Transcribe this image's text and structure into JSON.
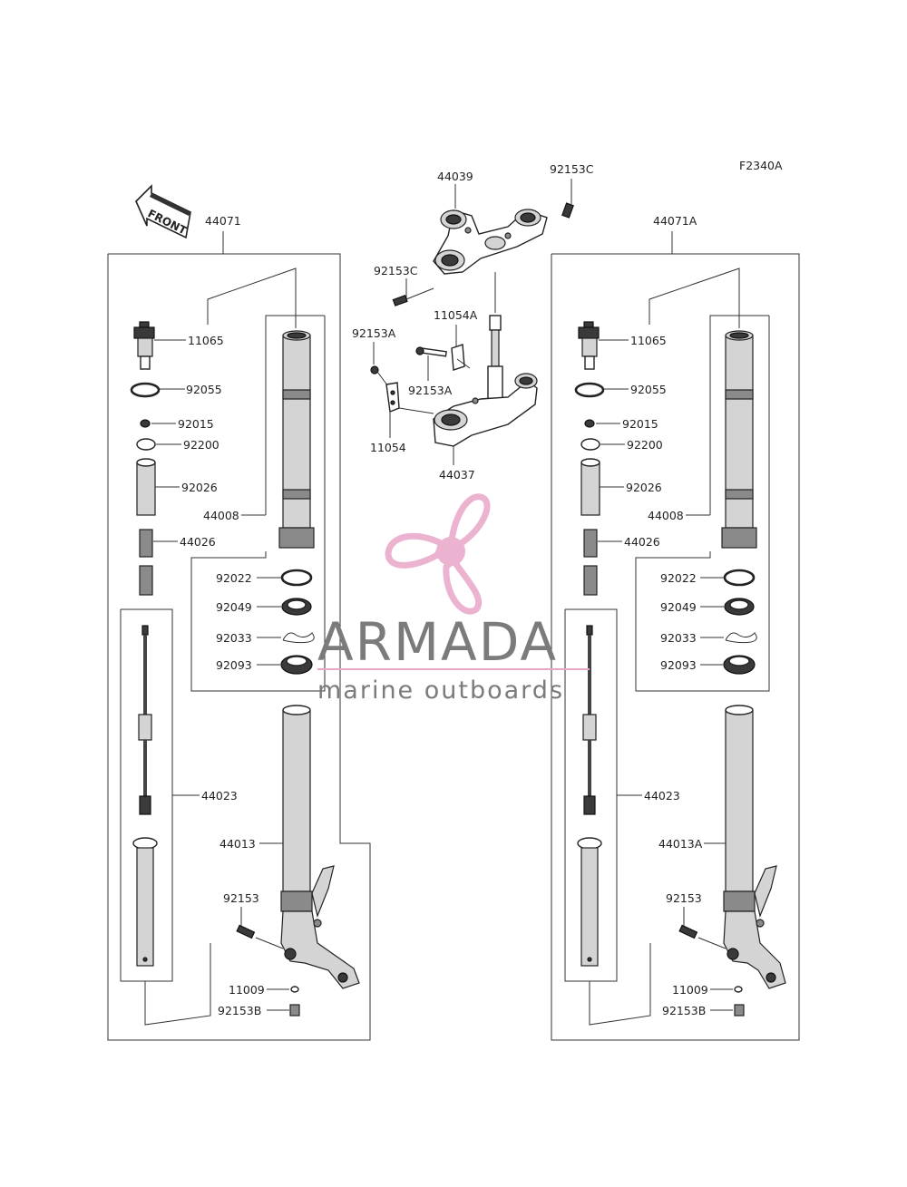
{
  "diagram_code": "F2340A",
  "front_label": "FRONT",
  "center": {
    "upper_bracket": "44039",
    "bolt_upper_right": "92153C",
    "bolt_upper_left": "92153C",
    "clamp_a": "11054A",
    "bolt_a_left": "92153A",
    "bolt_a_mid": "92153A",
    "clamp": "11054",
    "stem_lower": "44037"
  },
  "left_fork": {
    "assembly": "44071",
    "cap_bolt": "11065",
    "o_ring": "92055",
    "nut": "92015",
    "washer": "92200",
    "collar": "92026",
    "spring": "44026",
    "outer_tube": "44008",
    "seal_a": "92022",
    "oil_seal": "92049",
    "circlip": "92033",
    "dust_seal": "92093",
    "damper_rod": "44023",
    "inner_tube": "44013",
    "caliper_bolt": "92153",
    "gasket": "11009",
    "bottom_bolt": "92153B"
  },
  "right_fork": {
    "assembly": "44071A",
    "cap_bolt": "11065",
    "o_ring": "92055",
    "nut": "92015",
    "washer": "92200",
    "collar": "92026",
    "spring": "44026",
    "outer_tube": "44008",
    "seal_a": "92022",
    "oil_seal": "92049",
    "circlip": "92033",
    "dust_seal": "92093",
    "damper_rod": "44023",
    "inner_tube": "44013A",
    "caliper_bolt": "92153",
    "gasket": "11009",
    "bottom_bolt": "92153B"
  },
  "watermark": {
    "brand": "ARMADA",
    "tagline": "marine outboards",
    "brand_color": "#e8a6c8",
    "text_color": "#7b7b7b"
  }
}
